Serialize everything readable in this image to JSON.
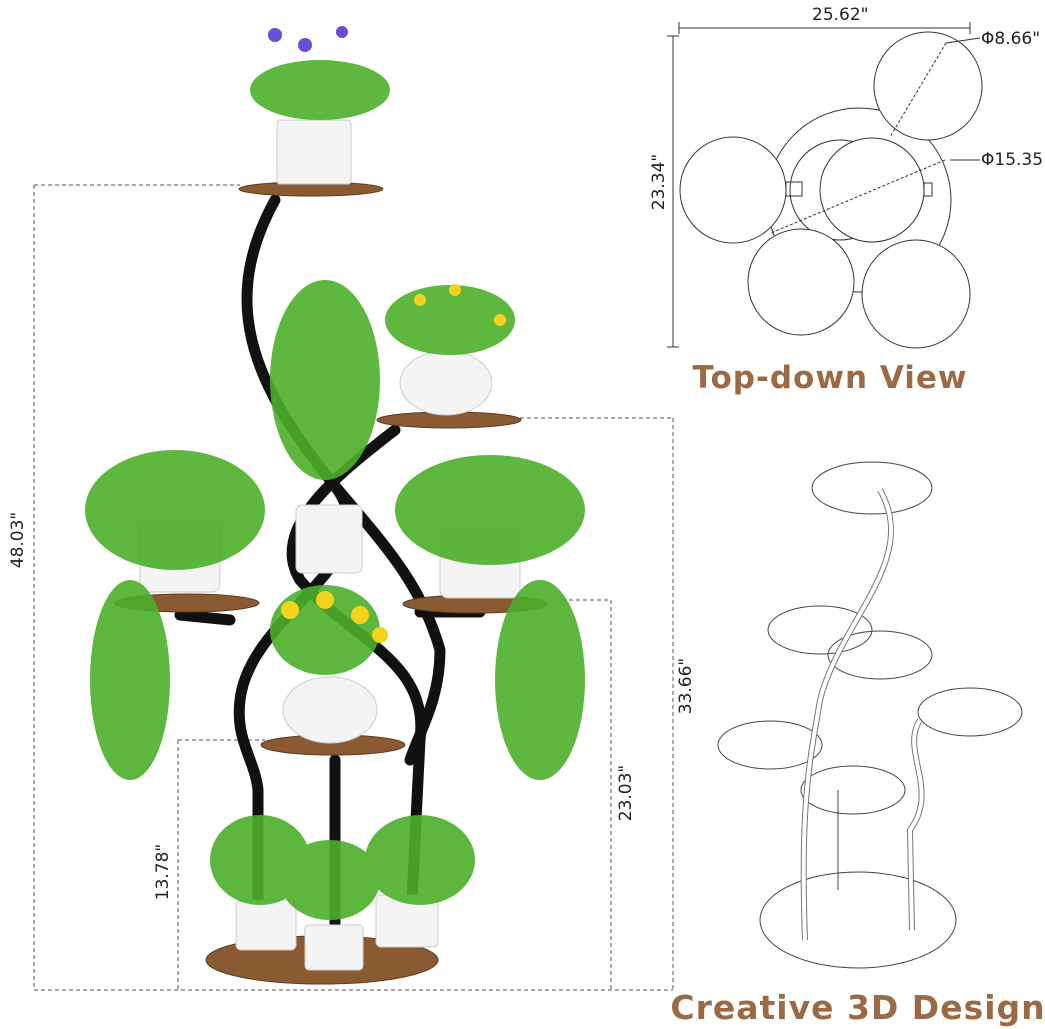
{
  "top_down": {
    "width_label": "25.62\"",
    "depth_label": "23.34\"",
    "small_diameter_label": "Φ8.66\"",
    "large_diameter_label": "Φ15.35",
    "title": "Top-down View"
  },
  "product": {
    "total_height_label": "48.03\"",
    "tier2_height_label": "33.66\"",
    "tier3_height_label": "23.03\"",
    "tier4_height_label": "13.78\""
  },
  "design": {
    "title": "Creative 3D Design"
  },
  "colors": {
    "heading": "#9b6a44",
    "wood": "#8a5a33",
    "frame": "#111111",
    "foliage": "#4caf2a"
  }
}
